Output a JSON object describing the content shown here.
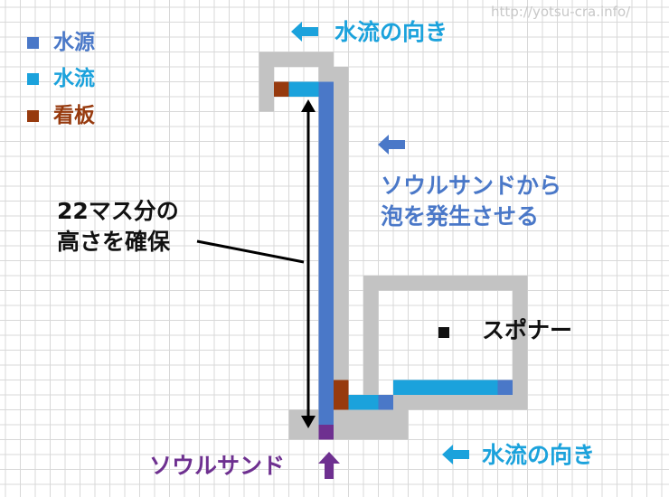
{
  "colors": {
    "water_source": "#4a78c8",
    "water_flow": "#1ba2dc",
    "sign": "#973a0e",
    "wall": "#c3c3c3",
    "soul_sand": "#6e3090",
    "grid_line": "#d8d8d8",
    "dark_text": "#111111"
  },
  "watermark": "http://yotsu-cra.info/",
  "legend": [
    {
      "label": "水源",
      "color": "#4a78c8"
    },
    {
      "label": "水流",
      "color": "#1ba2dc"
    },
    {
      "label": "看板",
      "color": "#973a0e"
    }
  ],
  "labels": {
    "flow_direction_top": "水流の向き",
    "flow_direction_bottom": "水流の向き",
    "soul_sand_note_line1": "ソウルサンドから",
    "soul_sand_note_line2": "泡を発生させる",
    "height_note_line1": "22マス分の",
    "height_note_line2": "高さを確保",
    "spawner": "スポナー",
    "soul_sand": "ソウルサンド"
  }
}
